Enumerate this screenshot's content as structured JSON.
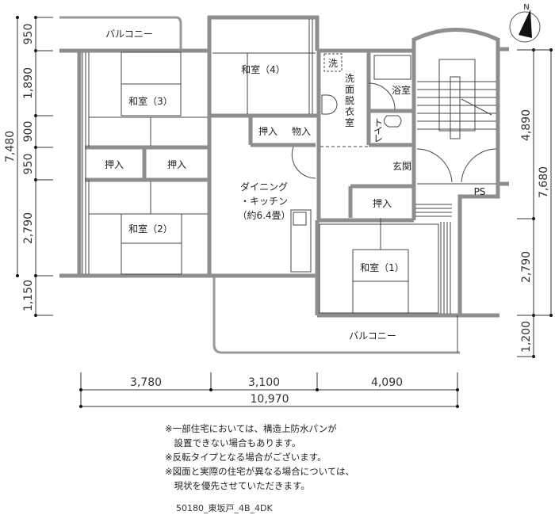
{
  "plan": {
    "rooms": {
      "balcony_top": "バルコニー",
      "washitsu3": "和室（3）",
      "washitsu4": "和室（4）",
      "oshiire_left": "押入",
      "oshiire_mid": "押入",
      "washitsu2": "和室（2）",
      "oshiire_dk": "押入",
      "monoire": "物入",
      "dk_line1": "ダイニング",
      "dk_line2": "・キッチン",
      "dk_line3": "（約6.4畳）",
      "wash_mark": "洗",
      "senmen": [
        "洗",
        "面",
        "脱",
        "衣",
        "室"
      ],
      "bath": "浴室",
      "toilet": [
        "ト",
        "イ",
        "レ"
      ],
      "genkan": "玄関",
      "ps": "PS",
      "oshiire_right": "押入",
      "washitsu1": "和室（1）",
      "balcony_bottom": "バルコニー"
    },
    "compass": "N",
    "dimensions": {
      "left_total": "7,480",
      "left": [
        "950",
        "1,890",
        "900",
        "950",
        "2,790",
        "1,150"
      ],
      "right_total": "7,680",
      "right": [
        "4,890",
        "2,790",
        "1,200"
      ],
      "bottom": [
        "3,780",
        "3,100",
        "4,090"
      ],
      "bottom_total": "10,970"
    }
  },
  "notes": [
    "※一部住宅においては、構造上防水パンが",
    "　設置できない場合もあります。",
    "※反転タイプとなる場合がございます。",
    "※図面と実際の住宅が異なる場合については、",
    "　現状を優先させていただきます。"
  ],
  "code": "50180_東坂戸_4B_4DK"
}
